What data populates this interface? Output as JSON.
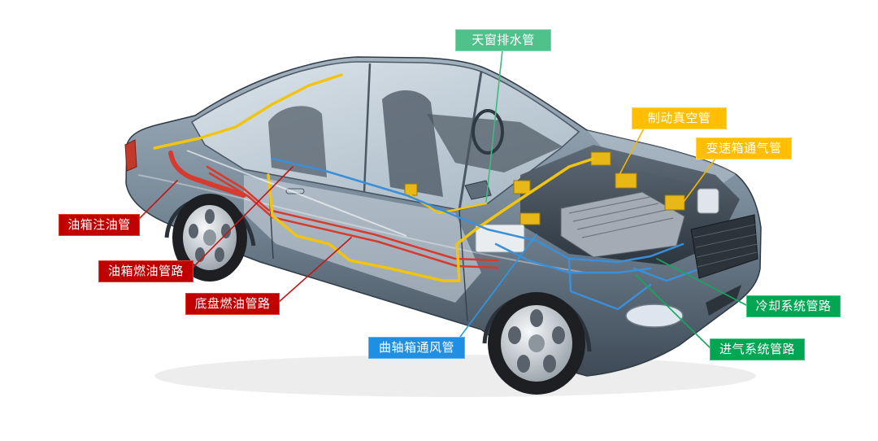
{
  "labels": {
    "sunroof_drain": {
      "text": "天窗排水管",
      "fill": "#4fc28c",
      "border": "#7fd6ad",
      "line": "#3dbb7e"
    },
    "brake_vacuum": {
      "text": "制动真空管",
      "fill": "#ffbf00",
      "border": "#ffd34d",
      "line": "#f5b400"
    },
    "transmission_vent": {
      "text": "变速箱通气管",
      "fill": "#ffbf00",
      "border": "#ffd34d",
      "line": "#f5b400"
    },
    "fuel_filler": {
      "text": "油箱注油管",
      "fill": "#c00000",
      "border": "#e2402e",
      "line": "#c01818"
    },
    "tank_fuel_line": {
      "text": "油箱燃油管路",
      "fill": "#c00000",
      "border": "#e2402e",
      "line": "#c01818"
    },
    "chassis_fuel_line": {
      "text": "底盘燃油管路",
      "fill": "#c00000",
      "border": "#e2402e",
      "line": "#c01818"
    },
    "crankcase_vent": {
      "text": "曲轴箱通风管",
      "fill": "#1e8fe3",
      "border": "#5bb0f0",
      "line": "#2a9ae8"
    },
    "cooling_system": {
      "text": "冷却系统管路",
      "fill": "#00a651",
      "border": "#3cc47e",
      "line": "#14a85a"
    },
    "intake_system": {
      "text": "进气系统管路",
      "fill": "#00a651",
      "border": "#3cc47e",
      "line": "#14a85a"
    }
  },
  "colors": {
    "background": "#ffffff",
    "label_text": "#ffffff",
    "fuel_pipe": "#d73a2e",
    "vapor_pipe": "#f1c40f",
    "vent_pipe": "#3a8fd8",
    "car_body": "#7a8b9a",
    "component_yellow": "#e8b718"
  }
}
